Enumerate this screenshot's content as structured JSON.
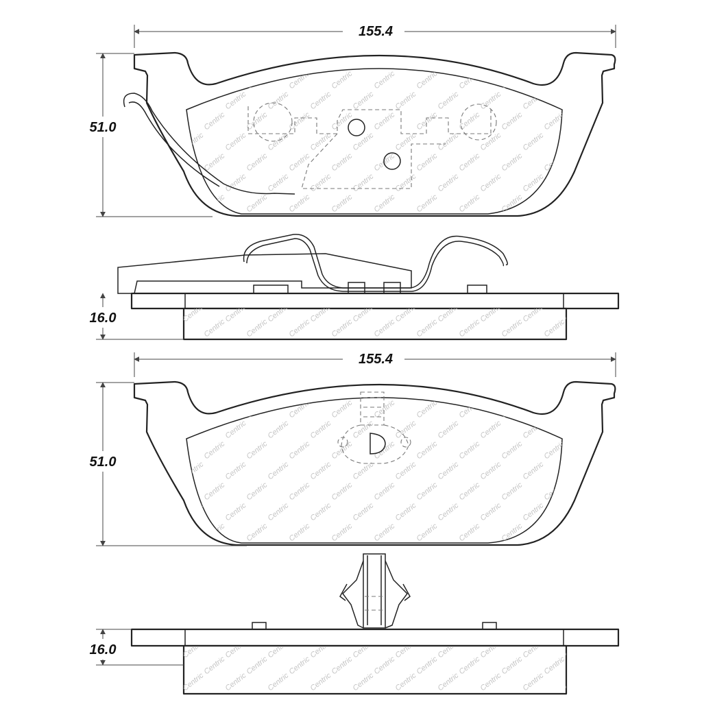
{
  "dimensions": {
    "top_width": "155.4",
    "top_height": "51.0",
    "top_thickness": "16.0",
    "bottom_width": "155.4",
    "bottom_height": "51.0",
    "bottom_thickness": "16.0"
  },
  "watermark": {
    "text": "Centric",
    "color": "#c4c4c4"
  },
  "colors": {
    "line": "#222222",
    "dimension": "#444444",
    "dashed": "#777777"
  }
}
